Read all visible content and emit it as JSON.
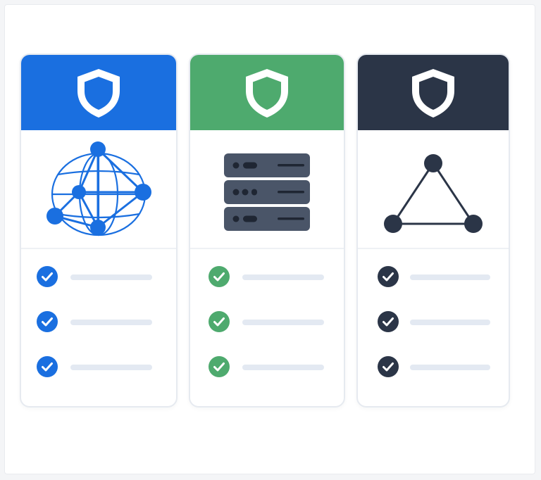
{
  "cards": [
    {
      "name": "network",
      "accent": "#1a6fe0",
      "illustration": "globe-network-icon",
      "header_icon": "shield-icon",
      "feature_count": 3
    },
    {
      "name": "server",
      "accent": "#4eaa6e",
      "illustration": "server-stack-icon",
      "header_icon": "shield-icon",
      "feature_count": 3
    },
    {
      "name": "nodes",
      "accent": "#2b3547",
      "illustration": "triangle-network-icon",
      "header_icon": "shield-icon",
      "feature_count": 3
    }
  ],
  "colors": {
    "background": "#f4f5f7",
    "card_border": "#e6eaf0",
    "placeholder_line": "#e3e9f2",
    "server_body": "#4a5568"
  }
}
